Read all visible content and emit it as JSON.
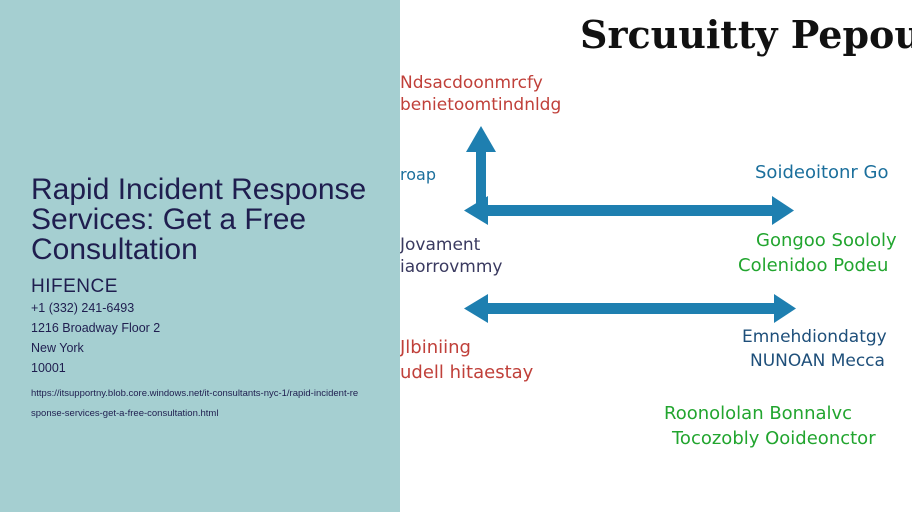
{
  "left": {
    "title": "Rapid Incident Response Services: Get a Free Consultation",
    "company": "HIFENCE",
    "phone": "+1 (332) 241-6493",
    "street": "1216 Broadway Floor 2",
    "city": "New York",
    "zip": "10001",
    "url": "https://itsupportny.blob.core.windows.net/it-consultants-nyc-1/rapid-incident-response-services-get-a-free-consultation.html"
  },
  "colors": {
    "left_bg": "#a5cfd1",
    "title_text": "#1f1e4f",
    "arrow": "#1e7fb0",
    "red_text": "#c0403a",
    "green_text": "#22a52f",
    "blue_text": "#1b6f9c"
  },
  "diagram": {
    "heading": "Srcuuitty Pepoutr",
    "top_left": [
      "Ndsacdoonmrcfy",
      "benietoomtindnldg"
    ],
    "mid_left_blue": "roap",
    "mid_right_blue": "Soideoitonr Go",
    "left_dark": [
      "Jovament",
      "iaorrovmmy"
    ],
    "right_green": [
      "Gongoo Soololy",
      "Colenidoo Podeu"
    ],
    "bottom_left_red": [
      "Jlbiniing",
      "udell hitaestay"
    ],
    "bottom_right_dark": [
      "Emnehdiondatgy",
      "NUNOAN Mecca"
    ],
    "bottom_green": [
      "Roonololan Bonnalvc",
      "Tocozobly Ooideonctor"
    ]
  }
}
